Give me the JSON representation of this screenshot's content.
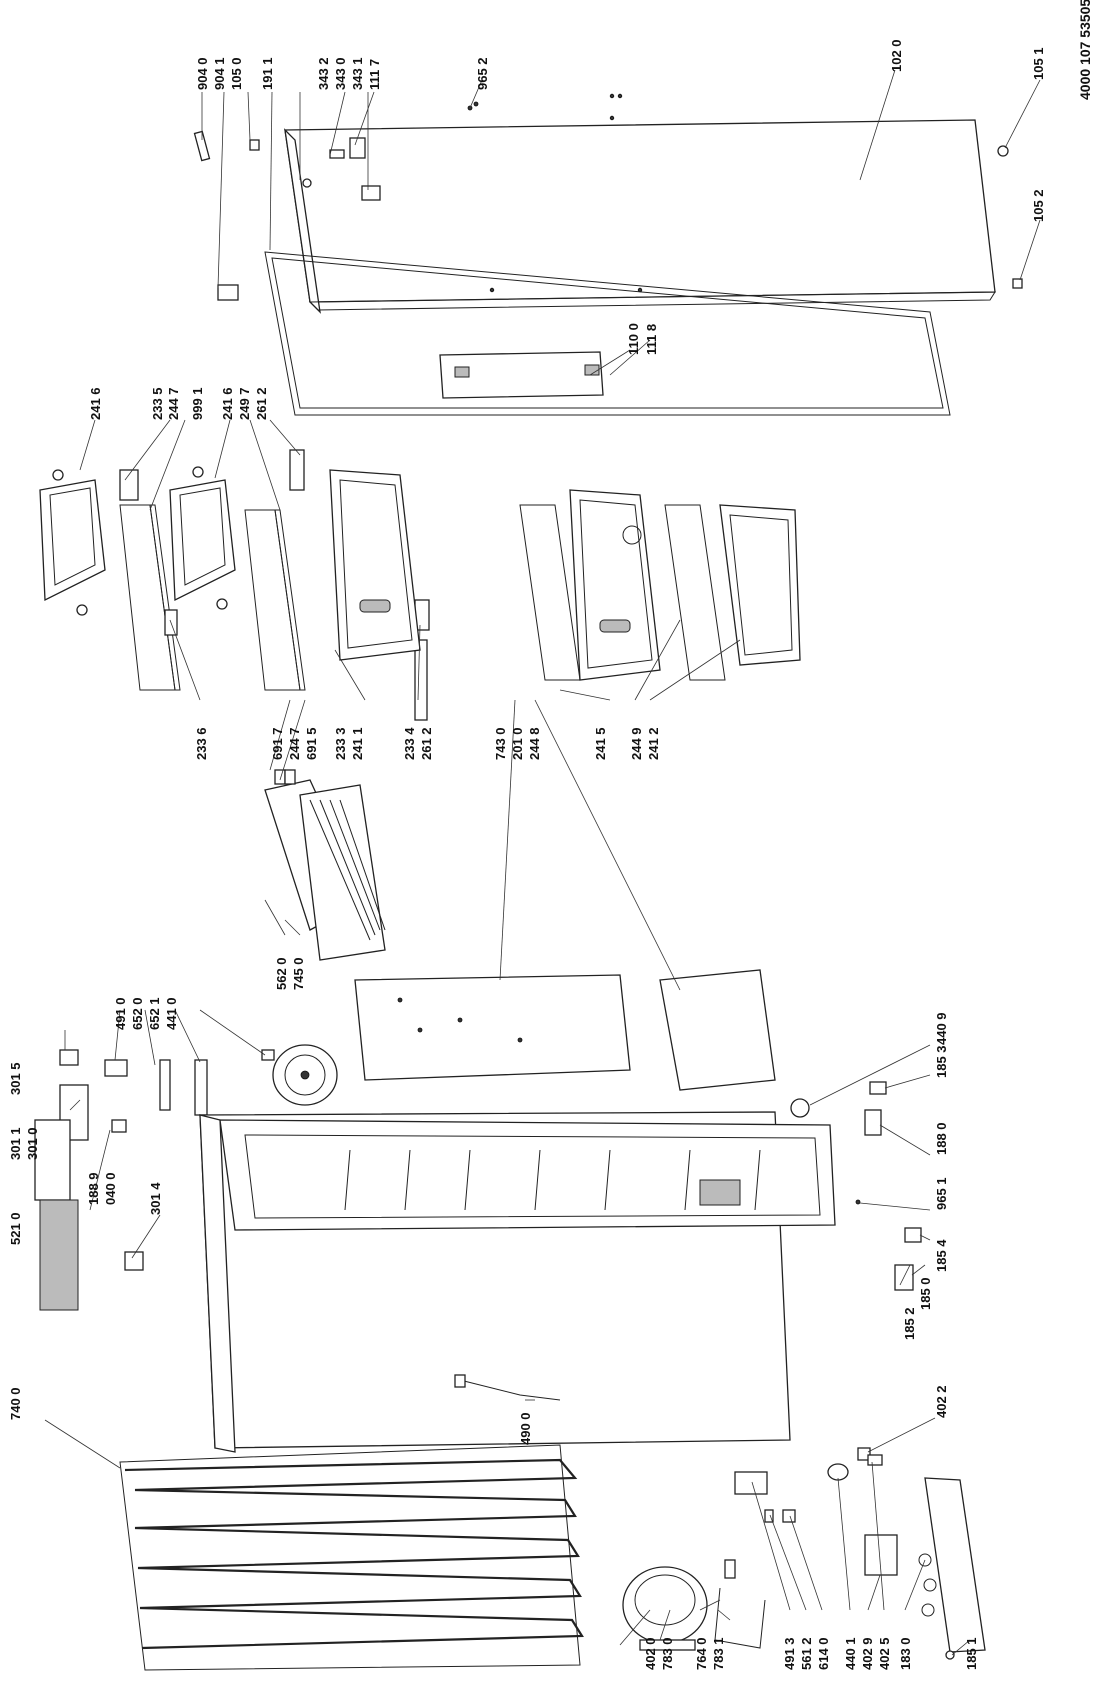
{
  "doc_ref": "4000 107 53505",
  "labels": {
    "l9040": "904 0",
    "l9041": "904 1",
    "l1050": "105 0",
    "l1911": "191 1",
    "l3432": "343 2",
    "l3430": "343 0",
    "l3431": "343 1",
    "l1117": "111 7",
    "l9652": "965 2",
    "l1020": "102 0",
    "l1051": "105 1",
    "l1052": "105 2",
    "l1100": "110 0",
    "l1118": "111 8",
    "l2416a": "241 6",
    "l2335": "233 5",
    "l2447a": "244 7",
    "l9991": "999 1",
    "l2416b": "241 6",
    "l2497": "249 7",
    "l2612a": "261 2",
    "l2336": "233 6",
    "l6917": "691 7",
    "l2447b": "244 7",
    "l6915": "691 5",
    "l2333": "233 3",
    "l2411": "241 1",
    "l2334": "233 4",
    "l2612b": "261 2",
    "l7430": "743 0",
    "l2010": "201 0",
    "l2448": "244 8",
    "l2415": "241 5",
    "l2449": "244 9",
    "l2412": "241 2",
    "l3015": "301 5",
    "l3011": "301 1",
    "l3010": "301 0",
    "l5210": "521 0",
    "l1889": "188 9",
    "l0400": "040 0",
    "l3014": "301 4",
    "l4910": "491 0",
    "l6520": "652 0",
    "l6521": "652 1",
    "l4410": "441 0",
    "l5620": "562 0",
    "l7450": "745 0",
    "l4409": "440 9",
    "l1853": "185 3",
    "l1880": "188 0",
    "l9651": "965 1",
    "l1854": "185 4",
    "l1850": "185 0",
    "l1852": "185 2",
    "l4022": "402 2",
    "l7400": "740 0",
    "l4900": "490 0",
    "l4020": "402 0",
    "l7830": "783 0",
    "l7640": "764 0",
    "l7831": "783 1",
    "l4913": "491 3",
    "l5612": "561 2",
    "l6140": "614 0",
    "l4401": "440 1",
    "l4029": "402 9",
    "l4025": "402 5",
    "l1830": "183 0",
    "l1851": "185 1"
  }
}
